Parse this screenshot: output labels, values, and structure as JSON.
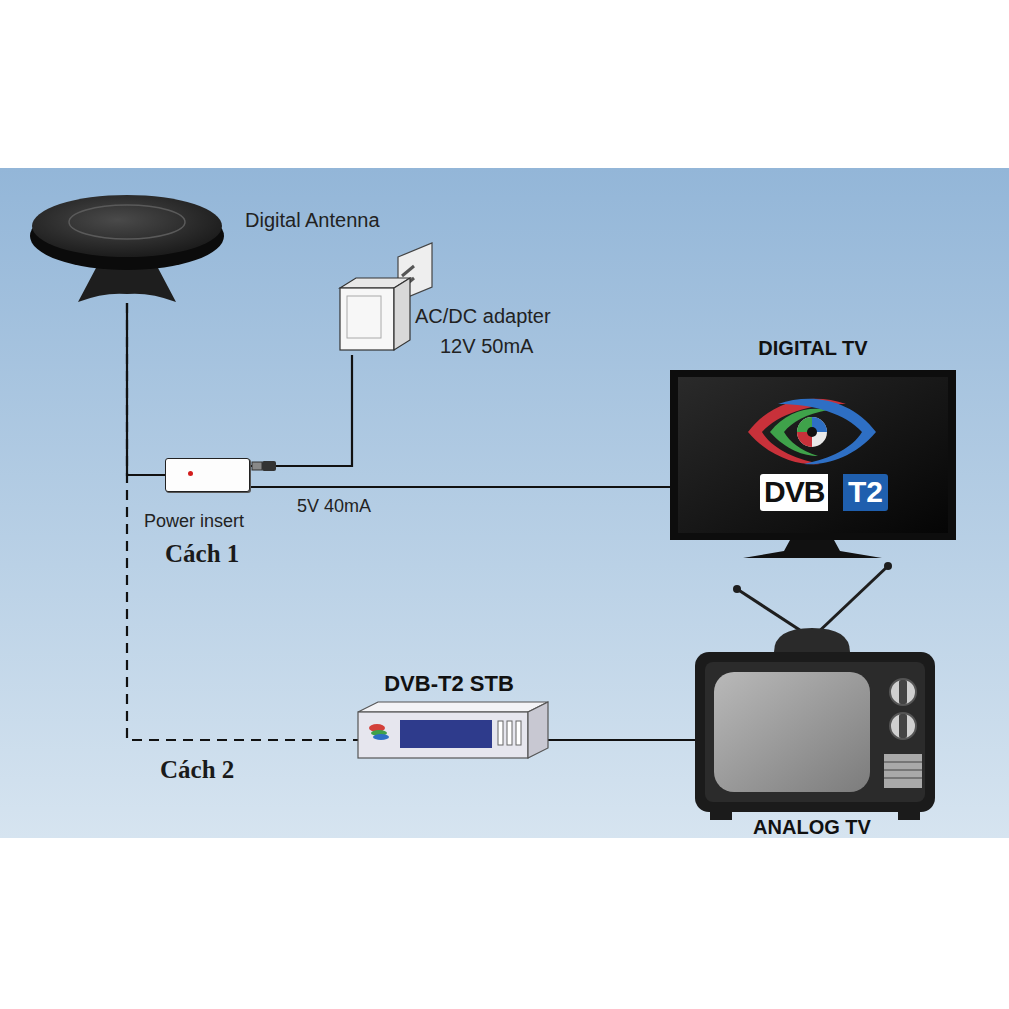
{
  "diagram": {
    "nodes": [
      {
        "text": [
          "Digital Antenna"
        ]
      },
      {
        "text": [
          "AC/DC adapter",
          "12V 50mA"
        ]
      },
      {
        "text": [
          "Power insert"
        ]
      },
      {
        "text": [
          "DIGITAL TV"
        ]
      },
      {
        "text": [
          "DVB-T2 STB"
        ]
      },
      {
        "text": [
          "ANALOG TV"
        ]
      }
    ],
    "edges": [
      {
        "from": 0,
        "to": 2,
        "arrow": "none"
      },
      {
        "from": 1,
        "to": 2,
        "arrow": "none"
      },
      {
        "from": 2,
        "to": 3,
        "arrow": "none",
        "label": "5V 40mA"
      },
      {
        "from": 0,
        "to": 4,
        "arrow": "none"
      },
      {
        "from": 4,
        "to": 5,
        "arrow": "none"
      }
    ],
    "labels": [
      "Cách 1",
      "Cách 2",
      "DVB",
      "T2"
    ]
  }
}
